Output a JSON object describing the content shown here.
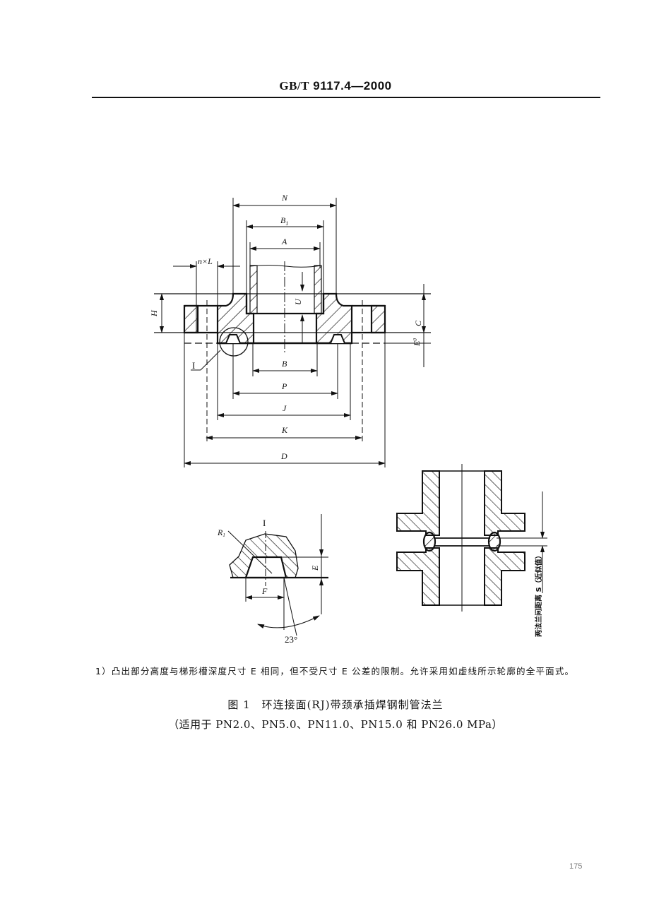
{
  "header": {
    "standard_prefix": "GB/T",
    "standard_number": "9117.4—2000"
  },
  "figure_main": {
    "dimension_labels": {
      "N": "N",
      "B1": "B",
      "B1_sub": "1",
      "A": "A",
      "nxL": "n×L",
      "H": "H",
      "U": "U",
      "C": "C",
      "E0": "E",
      "E0_sup": "0",
      "detail_ref": "I",
      "B": "B",
      "P": "P",
      "J": "J",
      "K": "K",
      "D": "D"
    }
  },
  "figure_detail": {
    "title": "I",
    "radius_label": "R",
    "radius_sub": "1",
    "depth_label": "E",
    "width_label": "F",
    "angle_label": "23°"
  },
  "figure_assembly": {
    "gap_label": "两法兰间距离 S（近似值）"
  },
  "footnote": "1）凸出部分高度与梯形槽深度尺寸 E 相同，但不受尺寸 E 公差的限制。允许采用如虚线所示轮廓的全平面式。",
  "caption": {
    "line1": "图 1　环连接面(RJ)带颈承插焊钢制管法兰",
    "line2": "（适用于 PN2.0、PN5.0、PN11.0、PN15.0 和 PN26.0 MPa）"
  },
  "page_number": "175"
}
